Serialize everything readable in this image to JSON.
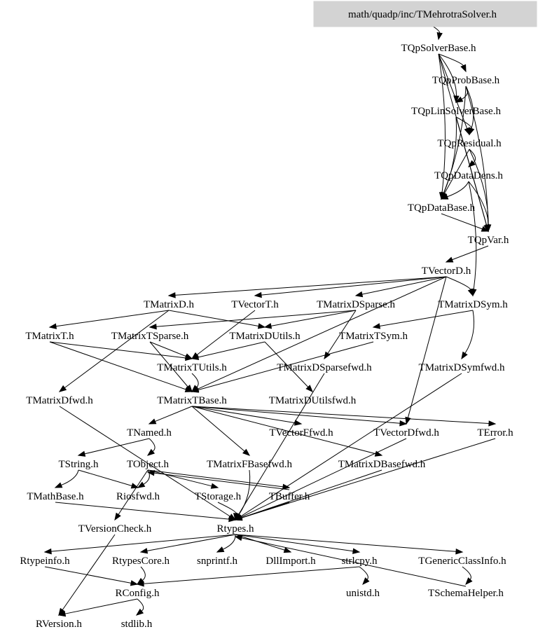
{
  "graph": {
    "root": "math/quadp/inc/TMehrotraSolver.h",
    "root_fill": "#d3d3d3",
    "nodes": [
      "math/quadp/inc/TMehrotraSolver.h",
      "TQpSolverBase.h",
      "TQpProbBase.h",
      "TQpLinSolverBase.h",
      "TQpResidual.h",
      "TQpDataDens.h",
      "TQpDataBase.h",
      "TQpVar.h",
      "TVectorD.h",
      "TMatrixD.h",
      "TVectorT.h",
      "TMatrixDSparse.h",
      "TMatrixDSym.h",
      "TMatrixT.h",
      "TMatrixTSparse.h",
      "TMatrixDUtils.h",
      "TMatrixTSym.h",
      "TMatrixTUtils.h",
      "TMatrixDSparsefwd.h",
      "TMatrixDSymfwd.h",
      "TMatrixDfwd.h",
      "TMatrixTBase.h",
      "TMatrixDUtilsfwd.h",
      "TNamed.h",
      "TVectorFfwd.h",
      "TVectorDfwd.h",
      "TError.h",
      "TString.h",
      "TObject.h",
      "TMatrixFBasefwd.h",
      "TMatrixDBasefwd.h",
      "TMathBase.h",
      "Riosfwd.h",
      "TStorage.h",
      "TBuffer.h",
      "TVersionCheck.h",
      "Rtypes.h",
      "Rtypeinfo.h",
      "RtypesCore.h",
      "snprintf.h",
      "DllImport.h",
      "strlcpy.h",
      "TGenericClassInfo.h",
      "RConfig.h",
      "unistd.h",
      "TSchemaHelper.h",
      "RVersion.h",
      "stdlib.h"
    ],
    "edges": [
      [
        "math/quadp/inc/TMehrotraSolver.h",
        "TQpSolverBase.h"
      ],
      [
        "TQpSolverBase.h",
        "TQpProbBase.h"
      ],
      [
        "TQpSolverBase.h",
        "TQpLinSolverBase.h"
      ],
      [
        "TQpSolverBase.h",
        "TQpResidual.h"
      ],
      [
        "TQpSolverBase.h",
        "TQpDataBase.h"
      ],
      [
        "TQpSolverBase.h",
        "TQpVar.h"
      ],
      [
        "TQpProbBase.h",
        "TQpLinSolverBase.h"
      ],
      [
        "TQpProbBase.h",
        "TQpDataBase.h"
      ],
      [
        "TQpProbBase.h",
        "TQpVar.h"
      ],
      [
        "TQpProbBase.h",
        "TQpResidual.h"
      ],
      [
        "TQpLinSolverBase.h",
        "TQpResidual.h"
      ],
      [
        "TQpLinSolverBase.h",
        "TQpDataBase.h"
      ],
      [
        "TQpLinSolverBase.h",
        "TQpVar.h"
      ],
      [
        "TQpResidual.h",
        "TQpDataDens.h"
      ],
      [
        "TQpResidual.h",
        "TQpVar.h"
      ],
      [
        "TQpResidual.h",
        "TQpDataBase.h"
      ],
      [
        "TQpDataDens.h",
        "TQpDataBase.h"
      ],
      [
        "TQpDataDens.h",
        "TQpVar.h"
      ],
      [
        "TQpDataDens.h",
        "TMatrixDSym.h"
      ],
      [
        "TQpDataBase.h",
        "TQpVar.h"
      ],
      [
        "TQpVar.h",
        "TVectorD.h"
      ],
      [
        "TVectorD.h",
        "TMatrixD.h"
      ],
      [
        "TVectorD.h",
        "TVectorT.h"
      ],
      [
        "TVectorD.h",
        "TMatrixDSparse.h"
      ],
      [
        "TVectorD.h",
        "TMatrixDSym.h"
      ],
      [
        "TVectorD.h",
        "TMatrixTBase.h"
      ],
      [
        "TVectorD.h",
        "TVectorDfwd.h"
      ],
      [
        "TMatrixD.h",
        "TMatrixT.h"
      ],
      [
        "TMatrixD.h",
        "TMatrixDUtils.h"
      ],
      [
        "TMatrixD.h",
        "TMatrixDfwd.h"
      ],
      [
        "TMatrixDSparse.h",
        "TMatrixTSparse.h"
      ],
      [
        "TMatrixDSparse.h",
        "TMatrixDUtils.h"
      ],
      [
        "TMatrixDSparse.h",
        "TMatrixDSparsefwd.h"
      ],
      [
        "TMatrixDSym.h",
        "TMatrixTSym.h"
      ],
      [
        "TMatrixDSym.h",
        "TMatrixDSymfwd.h"
      ],
      [
        "TVectorT.h",
        "TMatrixTUtils.h"
      ],
      [
        "TMatrixT.h",
        "TMatrixTUtils.h"
      ],
      [
        "TMatrixT.h",
        "TMatrixTBase.h"
      ],
      [
        "TMatrixTSparse.h",
        "TMatrixTUtils.h"
      ],
      [
        "TMatrixTSparse.h",
        "TMatrixTBase.h"
      ],
      [
        "TMatrixDUtils.h",
        "TMatrixTUtils.h"
      ],
      [
        "TMatrixDUtils.h",
        "TMatrixDUtilsfwd.h"
      ],
      [
        "TMatrixTSym.h",
        "TMatrixTBase.h"
      ],
      [
        "TMatrixTUtils.h",
        "TMatrixTBase.h"
      ],
      [
        "TMatrixTBase.h",
        "TNamed.h"
      ],
      [
        "TMatrixTBase.h",
        "TVectorFfwd.h"
      ],
      [
        "TMatrixTBase.h",
        "TVectorDfwd.h"
      ],
      [
        "TMatrixTBase.h",
        "TMatrixFBasefwd.h"
      ],
      [
        "TMatrixTBase.h",
        "TMatrixDBasefwd.h"
      ],
      [
        "TMatrixTBase.h",
        "TError.h"
      ],
      [
        "TNamed.h",
        "TString.h"
      ],
      [
        "TNamed.h",
        "TObject.h"
      ],
      [
        "TString.h",
        "TMathBase.h"
      ],
      [
        "TString.h",
        "Riosfwd.h"
      ],
      [
        "TObject.h",
        "Riosfwd.h"
      ],
      [
        "TObject.h",
        "TStorage.h"
      ],
      [
        "TObject.h",
        "TBuffer.h"
      ],
      [
        "TObject.h",
        "TVersionCheck.h"
      ],
      [
        "TBuffer.h",
        "TObject.h"
      ],
      [
        "TStorage.h",
        "Rtypes.h"
      ],
      [
        "TBuffer.h",
        "Rtypes.h"
      ],
      [
        "TVersionCheck.h",
        "RVersion.h"
      ],
      [
        "TMatrixDfwd.h",
        "Rtypes.h"
      ],
      [
        "TMathBase.h",
        "Rtypes.h"
      ],
      [
        "TMatrixDBasefwd.h",
        "Rtypes.h"
      ],
      [
        "TMatrixFBasefwd.h",
        "Rtypes.h"
      ],
      [
        "TVectorDfwd.h",
        "Rtypes.h"
      ],
      [
        "TError.h",
        "Rtypes.h"
      ],
      [
        "TMatrixDSymfwd.h",
        "Rtypes.h"
      ],
      [
        "TMatrixDSparsefwd.h",
        "Rtypes.h"
      ],
      [
        "Rtypes.h",
        "Rtypeinfo.h"
      ],
      [
        "Rtypes.h",
        "RtypesCore.h"
      ],
      [
        "Rtypes.h",
        "snprintf.h"
      ],
      [
        "Rtypes.h",
        "DllImport.h"
      ],
      [
        "Rtypes.h",
        "strlcpy.h"
      ],
      [
        "Rtypes.h",
        "TGenericClassInfo.h"
      ],
      [
        "Rtypeinfo.h",
        "RConfig.h"
      ],
      [
        "RtypesCore.h",
        "RConfig.h"
      ],
      [
        "strlcpy.h",
        "unistd.h"
      ],
      [
        "strlcpy.h",
        "RConfig.h"
      ],
      [
        "TGenericClassInfo.h",
        "TSchemaHelper.h"
      ],
      [
        "TSchemaHelper.h",
        "Rtypes.h"
      ],
      [
        "RConfig.h",
        "RVersion.h"
      ],
      [
        "RConfig.h",
        "stdlib.h"
      ]
    ]
  }
}
